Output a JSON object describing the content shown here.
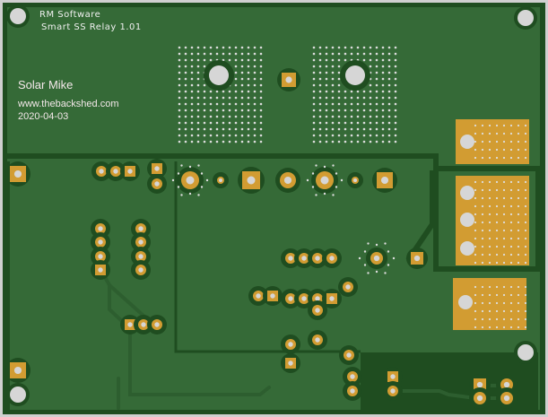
{
  "header": {
    "company": "RM Software",
    "product": "Smart SS Relay 1.01"
  },
  "credits": {
    "author": "Solar Mike",
    "website": "www.thebackshed.com",
    "date": "2020-04-03"
  },
  "colors": {
    "background": "#d0d0d0",
    "board": "#356a37",
    "copper_dark": "#1f4d20",
    "pad": "#d29c32",
    "hole": "#d6d6d6"
  }
}
